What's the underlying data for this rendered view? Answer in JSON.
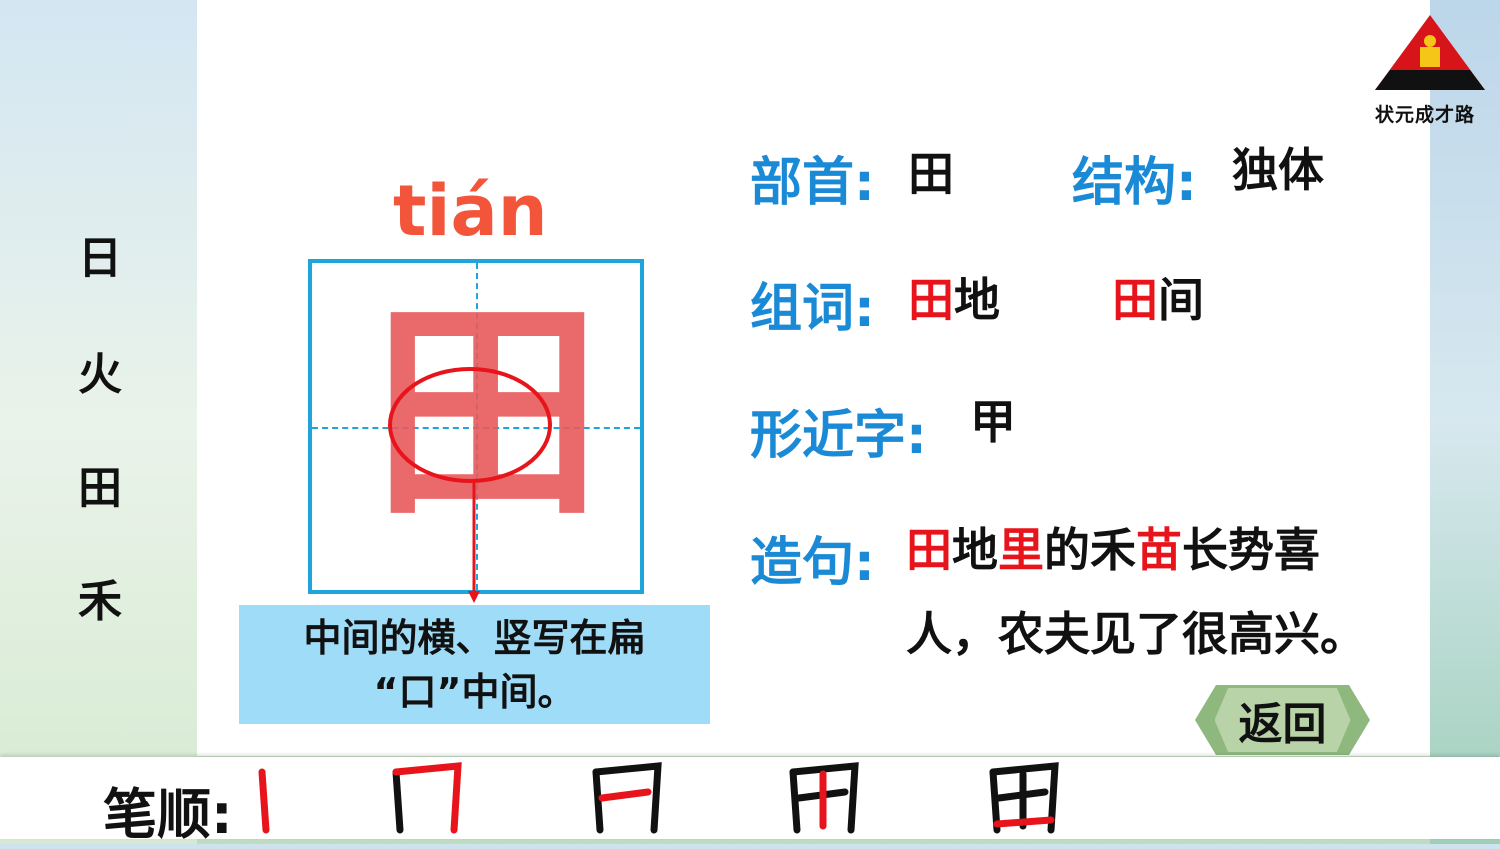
{
  "logo": {
    "text": "状元成才路"
  },
  "sidebar": {
    "chars": [
      "日",
      "火",
      "田",
      "禾"
    ]
  },
  "character": {
    "pinyin": "tián",
    "glyph": "田"
  },
  "note": {
    "line1": "中间的横、竖写在扁",
    "line2": "“口”中间。"
  },
  "info": {
    "radical_label": "部首:",
    "radical": "田",
    "structure_label": "结构:",
    "structure": "独体",
    "words_label": "组词:",
    "words": [
      {
        "hl": "田",
        "rest": "地"
      },
      {
        "hl": "田",
        "rest": "间"
      }
    ],
    "similar_label": "形近字:",
    "similar": "甲",
    "sentence_label": "造句:",
    "sentence": [
      {
        "t": "田",
        "red": true
      },
      {
        "t": "地",
        "red": false
      },
      {
        "t": "里",
        "red": true
      },
      {
        "t": "的禾",
        "red": false
      },
      {
        "t": "苗",
        "red": true
      },
      {
        "t": "长势喜人，农夫见了很高兴。",
        "red": false
      }
    ]
  },
  "back_button": {
    "label": "返回"
  },
  "stroke_order": {
    "label": "笔顺:",
    "steps": 5
  },
  "colors": {
    "accent_blue": "#1b8ad6",
    "highlight_red": "#e8141b",
    "pinyin": "#f2553a",
    "grid": "#1ea5dc"
  }
}
